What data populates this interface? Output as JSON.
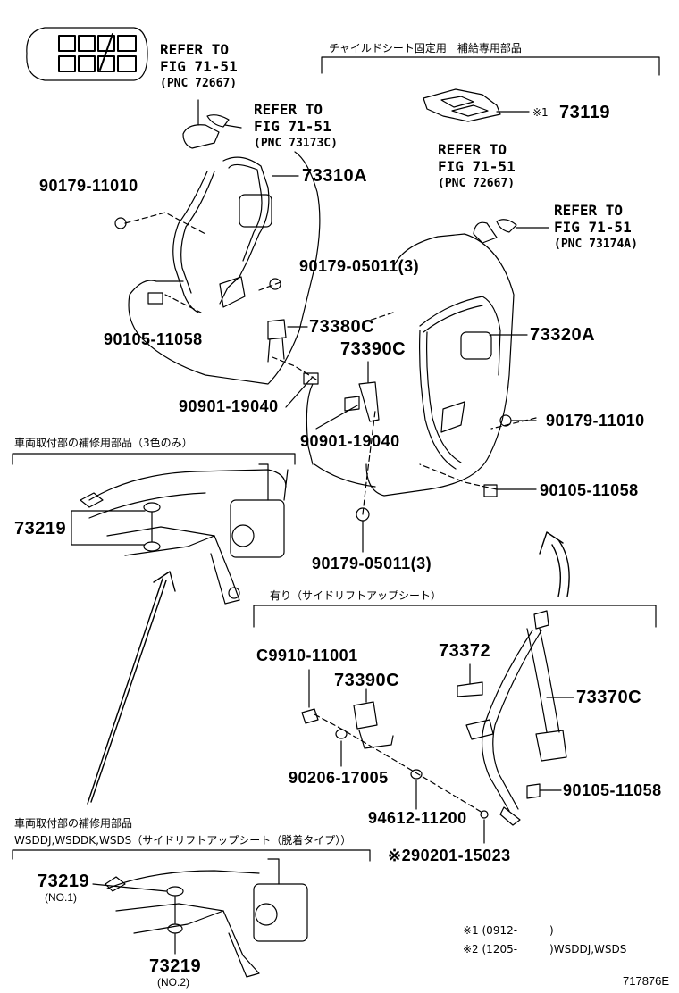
{
  "refs": [
    {
      "l1": "REFER TO",
      "l2": "FIG 71-51",
      "l3": "(PNC 72667)"
    },
    {
      "l1": "REFER TO",
      "l2": "FIG 71-51",
      "l3": "(PNC 73173C)"
    },
    {
      "l1": "REFER TO",
      "l2": "FIG 71-51",
      "l3": "(PNC 72667)"
    },
    {
      "l1": "REFER TO",
      "l2": "FIG 71-51",
      "l3": "(PNC 73174A)"
    }
  ],
  "headers": {
    "child_seat": "チャイルドシート固定用　補給専用部品",
    "vehicle_mount": "車両取付部の補修用部品（3色のみ）",
    "side_lift": "有り（サイドリフトアップシート）",
    "vehicle_mount2_l1": "車両取付部の補修用部品",
    "vehicle_mount2_l2": "WSDDJ,WSDDK,WSDS（サイドリフトアップシート（脱着タイプ））"
  },
  "parts": {
    "p73119": "73119",
    "p73119_mark": "※1",
    "p73310A": "73310A",
    "p90179_11010_a": "90179-11010",
    "p90179_05011_a": "90179-05011(3)",
    "p90105_11058_a": "90105-11058",
    "p73380C": "73380C",
    "p73390C_a": "73390C",
    "p90901_19040_a": "90901-19040",
    "p90901_19040_b": "90901-19040",
    "p73320A": "73320A",
    "p90179_11010_b": "90179-11010",
    "p90105_11058_b": "90105-11058",
    "p90179_05011_b": "90179-05011(3)",
    "p73219_a": "73219",
    "pC9910_11001": "C9910-11001",
    "p73390C_b": "73390C",
    "p73372": "73372",
    "p73370C": "73370C",
    "p90206_17005": "90206-17005",
    "p90105_11058_c": "90105-11058",
    "p94612_11200": "94612-11200",
    "p90201_15023": "※290201-15023",
    "p73219_no1": "73219",
    "no1": "(NO.1)",
    "p73219_no2": "73219",
    "no2": "(NO.2)"
  },
  "footnotes": {
    "n1": "※1 (0912-　　　)",
    "n2": "※2 (1205-　　　)WSDDJ,WSDS"
  },
  "figure_code": "717876E"
}
